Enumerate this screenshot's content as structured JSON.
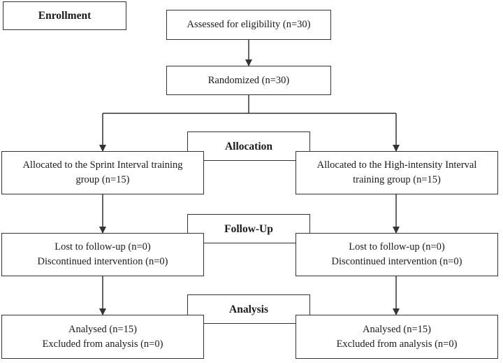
{
  "stages": {
    "enrollment": "Enrollment",
    "allocation": "Allocation",
    "follow_up": "Follow-Up",
    "analysis": "Analysis"
  },
  "assessed": "Assessed for eligibility (n=30)",
  "randomized": "Randomized (n=30)",
  "left_arm": {
    "allocated": [
      "Allocated to the Sprint Interval training",
      "group (n=15)"
    ],
    "follow_up": [
      "Lost to follow-up (n=0)",
      "Discontinued intervention (n=0)"
    ],
    "analysis": [
      "Analysed (n=15)",
      "Excluded from analysis (n=0)"
    ]
  },
  "right_arm": {
    "allocated": [
      "Allocated to the High-intensity Interval",
      "training group (n=15)"
    ],
    "follow_up": [
      "Lost to follow-up (n=0)",
      "Discontinued intervention (n=0)"
    ],
    "analysis": [
      "Analysed (n=15)",
      "Excluded from analysis (n=0)"
    ]
  },
  "colors": {
    "border": "#333333",
    "text": "#1a1a1a",
    "background": "#ffffff"
  }
}
